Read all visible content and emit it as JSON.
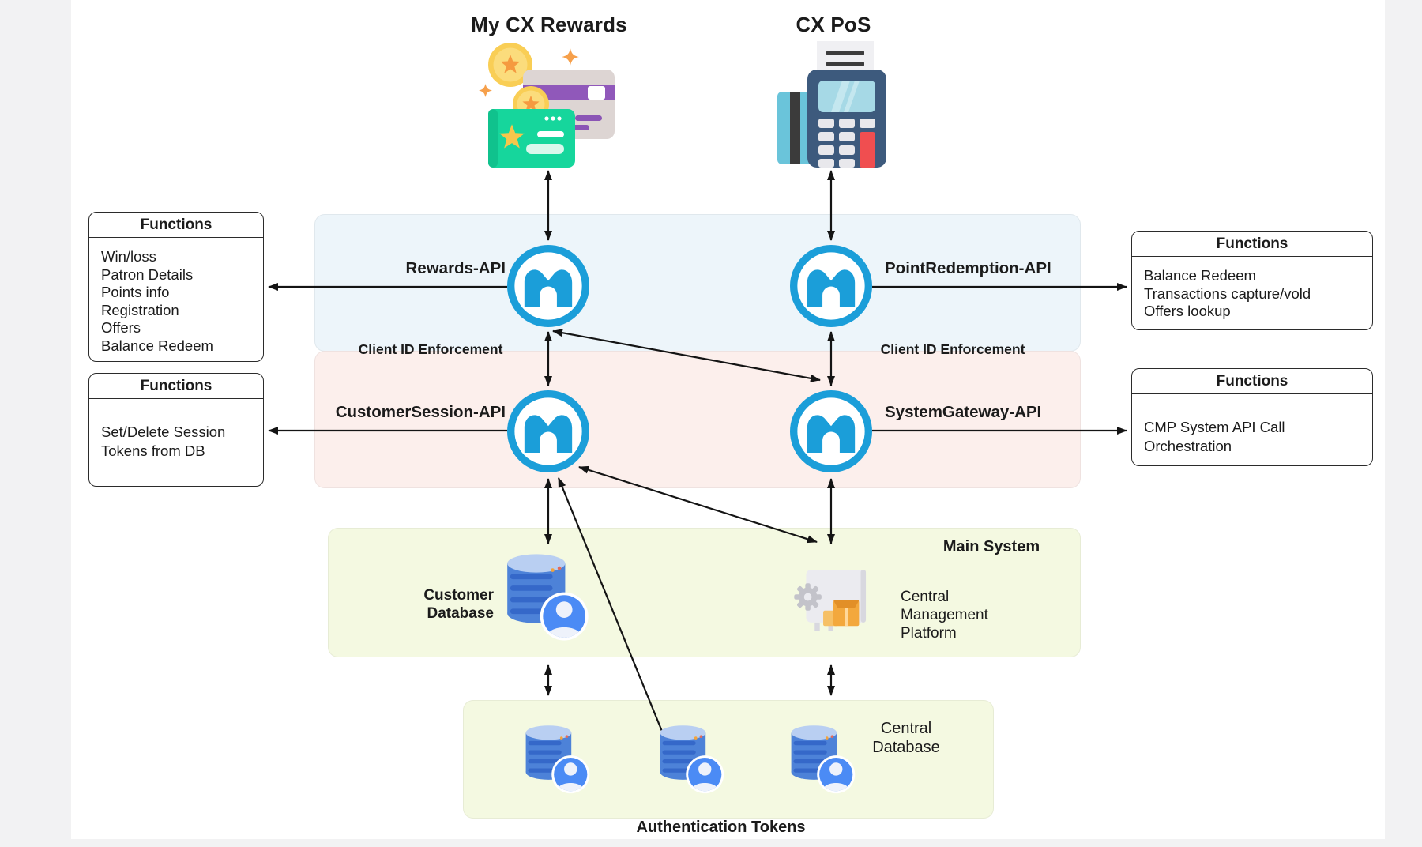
{
  "clients": {
    "rewards": {
      "title": "My CX Rewards"
    },
    "pos": {
      "title": "CX PoS"
    }
  },
  "apis": {
    "rewards": "Rewards-API",
    "point_redemption": "PointRedemption-API",
    "customer_session": "CustomerSession-API",
    "system_gateway": "SystemGateway-API"
  },
  "enforcement": {
    "left": "Client ID Enforcement",
    "right": "Client ID Enforcement"
  },
  "function_boxes": {
    "rewards": {
      "title": "Functions",
      "items": [
        "Win/loss",
        "Patron Details",
        "Points info",
        "Registration",
        "Offers",
        "Balance Redeem"
      ]
    },
    "customer_session": {
      "title": "Functions",
      "items": [
        "Set/Delete Session",
        "Tokens from DB"
      ]
    },
    "point_redemption": {
      "title": "Functions",
      "items": [
        "Balance Redeem",
        "Transactions capture/vold",
        "Offers lookup"
      ]
    },
    "system_gateway": {
      "title": "Functions",
      "items": [
        "CMP System API Call",
        "Orchestration"
      ]
    }
  },
  "main_system": {
    "label": "Main System",
    "customer_database": {
      "line1": "Customer",
      "line2": "Database"
    },
    "cmp": {
      "line1": "Central",
      "line2": "Management",
      "line3": "Platform"
    }
  },
  "auth_band": {
    "central_database": {
      "line1": "Central",
      "line2": "Database"
    },
    "caption": "Authentication Tokens"
  },
  "colors": {
    "mule_blue": "#1b9ed9",
    "band_blue": "#edf5fa",
    "band_pink": "#fcefec",
    "band_green": "#f4f9e1",
    "arrow": "#141414",
    "db_blue": "#4d82d8",
    "card_green": "#16d69c",
    "pos_navy": "#3d5a7d"
  }
}
